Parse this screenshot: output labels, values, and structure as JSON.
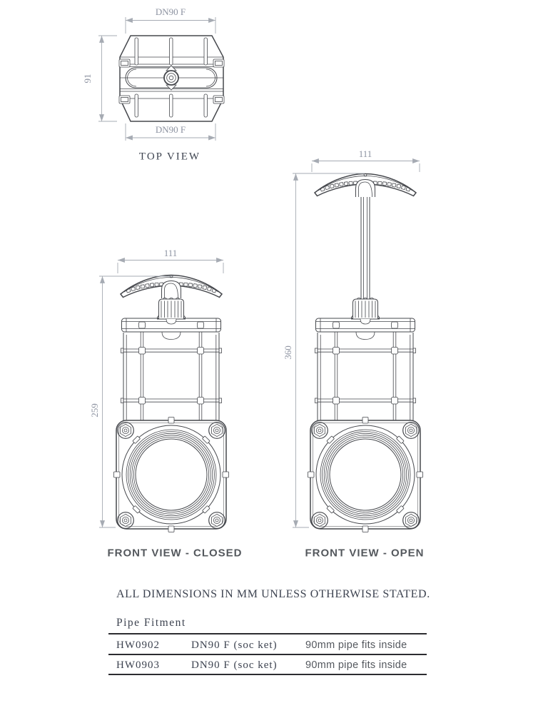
{
  "top_view": {
    "label": "TOP VIEW",
    "dim_width_top": "DN90 F",
    "dim_width_bottom": "DN90 F",
    "dim_depth": "91"
  },
  "front_view_closed": {
    "label": "FRONT VIEW - CLOSED",
    "dim_width": "111",
    "dim_height": "259"
  },
  "front_view_open": {
    "label": "FRONT VIEW - OPEN",
    "dim_width": "111",
    "dim_height": "360"
  },
  "note": "ALL DIMENSIONS IN MM UNLESS OTHERWISE STATED.",
  "pipe_fitment_table": {
    "title": "Pipe Fitment",
    "rows": [
      {
        "code": "HW0902",
        "fitting": "DN90 F (soc ket)",
        "description": "90mm pipe fits inside"
      },
      {
        "code": "HW0903",
        "fitting": "DN90 F (soc ket)",
        "description": "90mm pipe fits inside"
      }
    ]
  },
  "colors": {
    "line": "#46484d",
    "dim_line": "#a6abb3",
    "dim_text": "#8d93a1",
    "serif_text": "#3d4350",
    "label_text": "#54585d",
    "rule": "#2c2c30"
  }
}
